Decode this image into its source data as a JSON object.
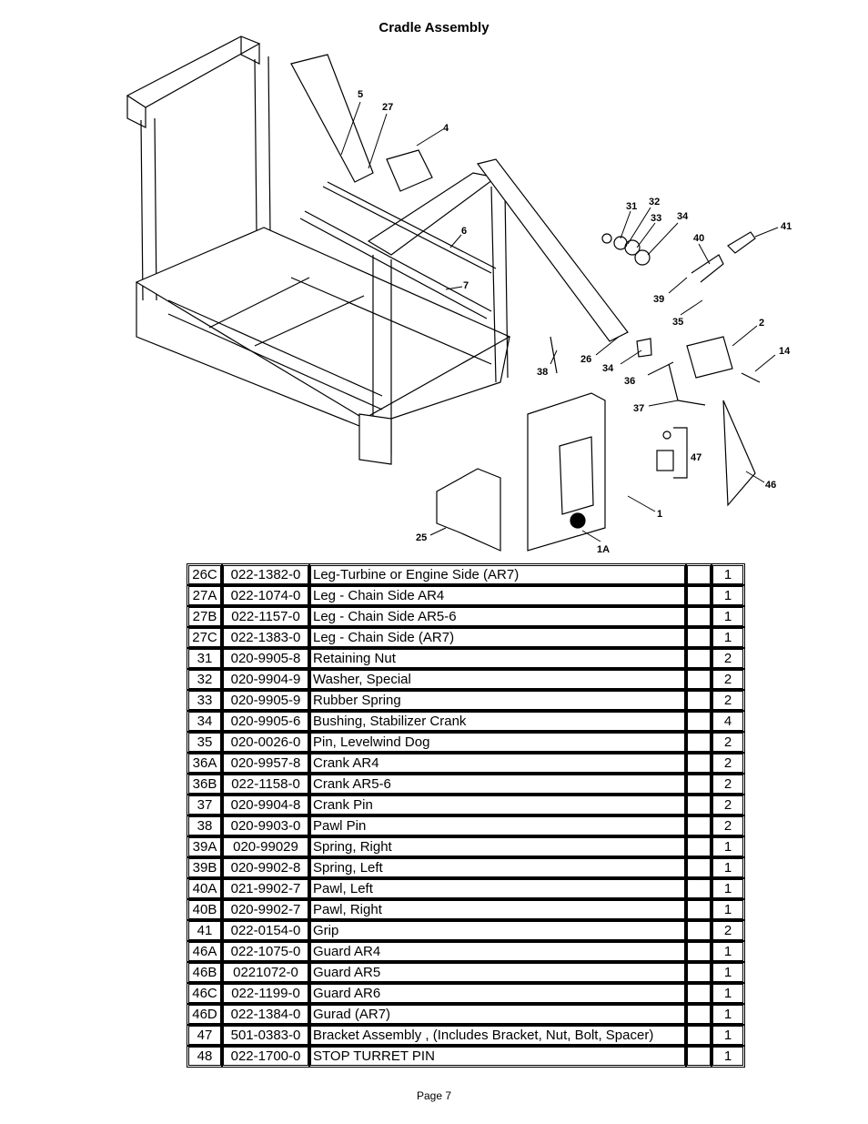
{
  "title": "Cradle Assembly",
  "diagram": {
    "callouts": [
      "5",
      "27",
      "4",
      "6",
      "7",
      "31",
      "32",
      "33",
      "34",
      "40",
      "41",
      "39",
      "35",
      "2",
      "14",
      "26",
      "34",
      "36",
      "37",
      "38",
      "47",
      "46",
      "1",
      "25",
      "1A"
    ]
  },
  "parts": [
    {
      "item": "26C",
      "part": "022-1382-0",
      "desc": "Leg-Turbine or Engine Side  (AR7)",
      "qty": "1"
    },
    {
      "item": "27A",
      "part": "022-1074-0",
      "desc": "Leg - Chain Side  AR4",
      "qty": "1"
    },
    {
      "item": "27B",
      "part": "022-1157-0",
      "desc": "Leg - Chain Side  AR5-6",
      "qty": "1"
    },
    {
      "item": "27C",
      "part": "022-1383-0",
      "desc": "Leg - Chain Side  (AR7)",
      "qty": "1"
    },
    {
      "item": "31",
      "part": "020-9905-8",
      "desc": "Retaining Nut",
      "qty": "2"
    },
    {
      "item": "32",
      "part": "020-9904-9",
      "desc": "Washer, Special",
      "qty": "2"
    },
    {
      "item": "33",
      "part": "020-9905-9",
      "desc": "Rubber Spring",
      "qty": "2"
    },
    {
      "item": "34",
      "part": "020-9905-6",
      "desc": "Bushing, Stabilizer Crank",
      "qty": "4"
    },
    {
      "item": "35",
      "part": "020-0026-0",
      "desc": "Pin, Levelwind Dog",
      "qty": "2"
    },
    {
      "item": "36A",
      "part": "020-9957-8",
      "desc": "Crank      AR4",
      "qty": "2"
    },
    {
      "item": "36B",
      "part": "022-1158-0",
      "desc": "Crank      AR5-6",
      "qty": "2"
    },
    {
      "item": "37",
      "part": "020-9904-8",
      "desc": "Crank Pin",
      "qty": "2"
    },
    {
      "item": "38",
      "part": "020-9903-0",
      "desc": "Pawl Pin",
      "qty": "2"
    },
    {
      "item": "39A",
      "part": "020-99029",
      "desc": "Spring, Right",
      "qty": "1"
    },
    {
      "item": "39B",
      "part": "020-9902-8",
      "desc": "Spring, Left",
      "qty": "1"
    },
    {
      "item": "40A",
      "part": "021-9902-7",
      "desc": "Pawl, Left",
      "qty": "1"
    },
    {
      "item": "40B",
      "part": "020-9902-7",
      "desc": "Pawl, Right",
      "qty": "1"
    },
    {
      "item": "41",
      "part": "022-0154-0",
      "desc": "Grip",
      "qty": "2"
    },
    {
      "item": "46A",
      "part": "022-1075-0",
      "desc": "Guard    AR4",
      "qty": "1"
    },
    {
      "item": "46B",
      "part": "0221072-0",
      "desc": "Guard    AR5",
      "qty": "1"
    },
    {
      "item": "46C",
      "part": "022-1199-0",
      "desc": "Guard    AR6",
      "qty": "1"
    },
    {
      "item": "46D",
      "part": "022-1384-0",
      "desc": "Gurad   (AR7)",
      "qty": "1"
    },
    {
      "item": "47",
      "part": "501-0383-0",
      "desc": "Bracket Assembly , (Includes Bracket, Nut, Bolt, Spacer)",
      "qty": "1"
    },
    {
      "item": "48",
      "part": "022-1700-0",
      "desc": "STOP TURRET PIN",
      "qty": "1"
    }
  ],
  "footer": "Page 7"
}
